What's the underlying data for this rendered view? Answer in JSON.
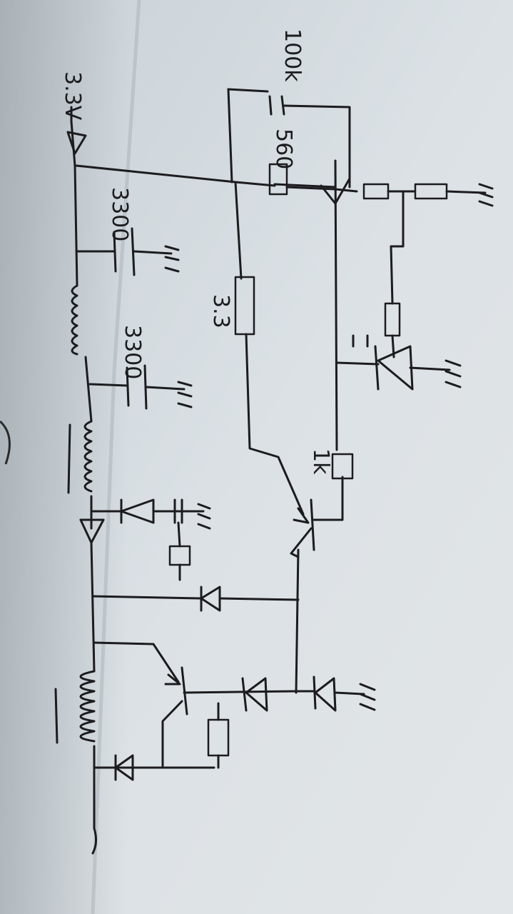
{
  "diagram": {
    "supply_label": "3.3V",
    "capacitor_1_value": "3300",
    "capacitor_2_value": "3300",
    "resistor_top_value": "560",
    "resistor_top_right_value": "100k",
    "resistor_mid_value": "3.3",
    "resistor_base_value": "1k"
  }
}
